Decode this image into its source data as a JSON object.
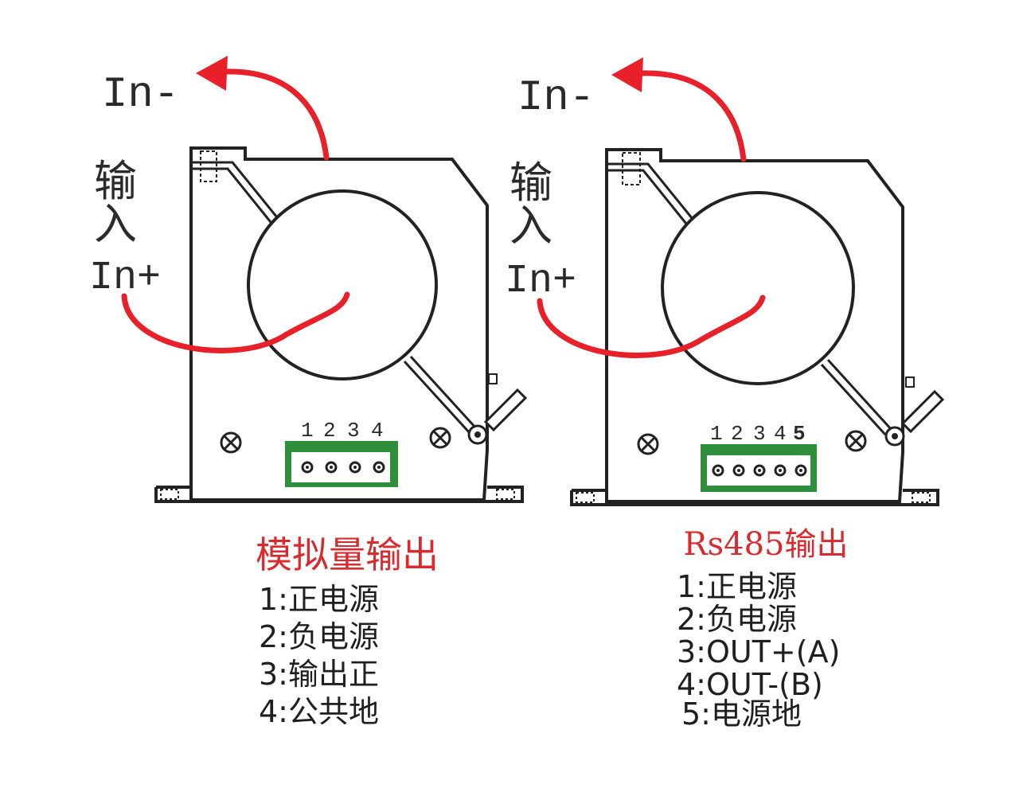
{
  "colors": {
    "arrow": "#e8202a",
    "caption": "#d92a2e",
    "terminal_fill": "#2f8f3c",
    "outline": "#222222"
  },
  "left": {
    "label_out": "In-",
    "input_char1": "输",
    "input_char2": "入",
    "label_in": "In+",
    "pin_numbers": [
      "1",
      "2",
      "3",
      "4"
    ],
    "caption": "模拟量输出",
    "pins": [
      "1:正电源",
      "2:负电源",
      "3:输出正",
      "4:公共地"
    ]
  },
  "right": {
    "label_out": "In-",
    "input_char1": "输",
    "input_char2": "入",
    "label_in": "In+",
    "pin_numbers": [
      "1",
      "2",
      "3",
      "4",
      "5"
    ],
    "caption": "Rs485输出",
    "pins": [
      "1:正电源",
      "2:负电源",
      "3:OUT+(A)",
      "4:OUT-(B)",
      "5:电源地"
    ]
  }
}
